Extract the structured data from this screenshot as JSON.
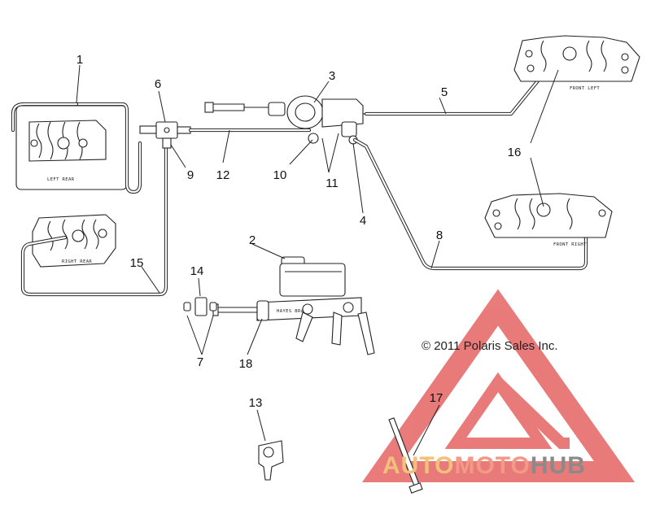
{
  "diagram": {
    "callouts": [
      {
        "id": "c1",
        "label": "1"
      },
      {
        "id": "c2",
        "label": "2"
      },
      {
        "id": "c3",
        "label": "3"
      },
      {
        "id": "c4",
        "label": "4"
      },
      {
        "id": "c5",
        "label": "5"
      },
      {
        "id": "c6",
        "label": "6"
      },
      {
        "id": "c7",
        "label": "7"
      },
      {
        "id": "c8",
        "label": "8"
      },
      {
        "id": "c9",
        "label": "9"
      },
      {
        "id": "c10",
        "label": "10"
      },
      {
        "id": "c11",
        "label": "11"
      },
      {
        "id": "c12",
        "label": "12"
      },
      {
        "id": "c13",
        "label": "13"
      },
      {
        "id": "c14",
        "label": "14"
      },
      {
        "id": "c15",
        "label": "15"
      },
      {
        "id": "c16",
        "label": "16"
      },
      {
        "id": "c17",
        "label": "17"
      },
      {
        "id": "c18",
        "label": "18"
      }
    ],
    "caliper_labels": {
      "left_rear": "LEFT REAR",
      "right_rear": "RIGHT REAR",
      "front_left": "FRONT LEFT",
      "front_right": "FRONT RIGHT"
    },
    "master_cylinder_label": "HAYES BRAKE",
    "copyright": "© 2011 Polaris Sales Inc."
  },
  "watermark": {
    "part1": "AUTO",
    "part2": "MOTO",
    "part3": "HUB",
    "colors": {
      "logo": "#e35a5a",
      "auto": "#f2c07a",
      "moto": "#f29a86",
      "hub": "#8a8a8a"
    }
  }
}
